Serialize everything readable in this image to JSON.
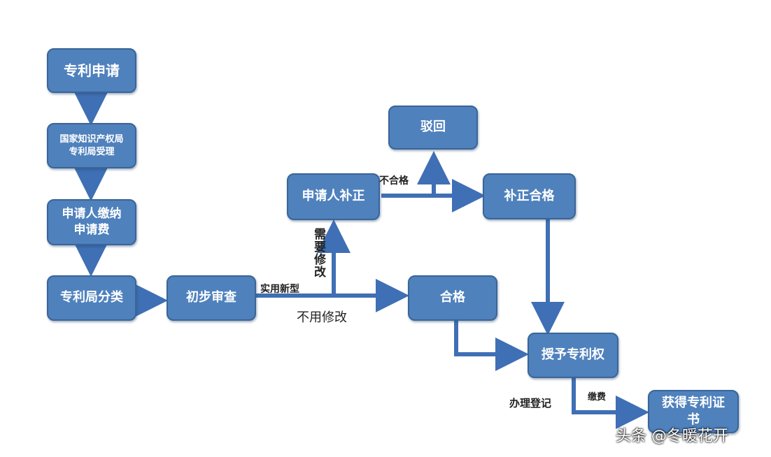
{
  "nodes": {
    "apply": "专利申请",
    "accept": "国家知识产权局专利局受理",
    "pay": "申请人缴纳申请费",
    "classify": "专利局分类",
    "prelim": "初步审查",
    "supplement": "申请人补正",
    "reject": "驳回",
    "supplement_ok": "补正合格",
    "qualified": "合格",
    "grant": "授予专利权",
    "certificate": "获得专利证书"
  },
  "edge_labels": {
    "not_qualified": "不合格",
    "need_modify": "需要修改",
    "utility_model": "实用新型",
    "no_modify": "不用修改",
    "register": "办理登记",
    "pay_fee": "缴费"
  },
  "watermark": "头条 @冬暖花开",
  "colors": {
    "node_fill": "#4f81bd",
    "node_border": "#3a6597",
    "arrow": "#3f6fb5"
  }
}
